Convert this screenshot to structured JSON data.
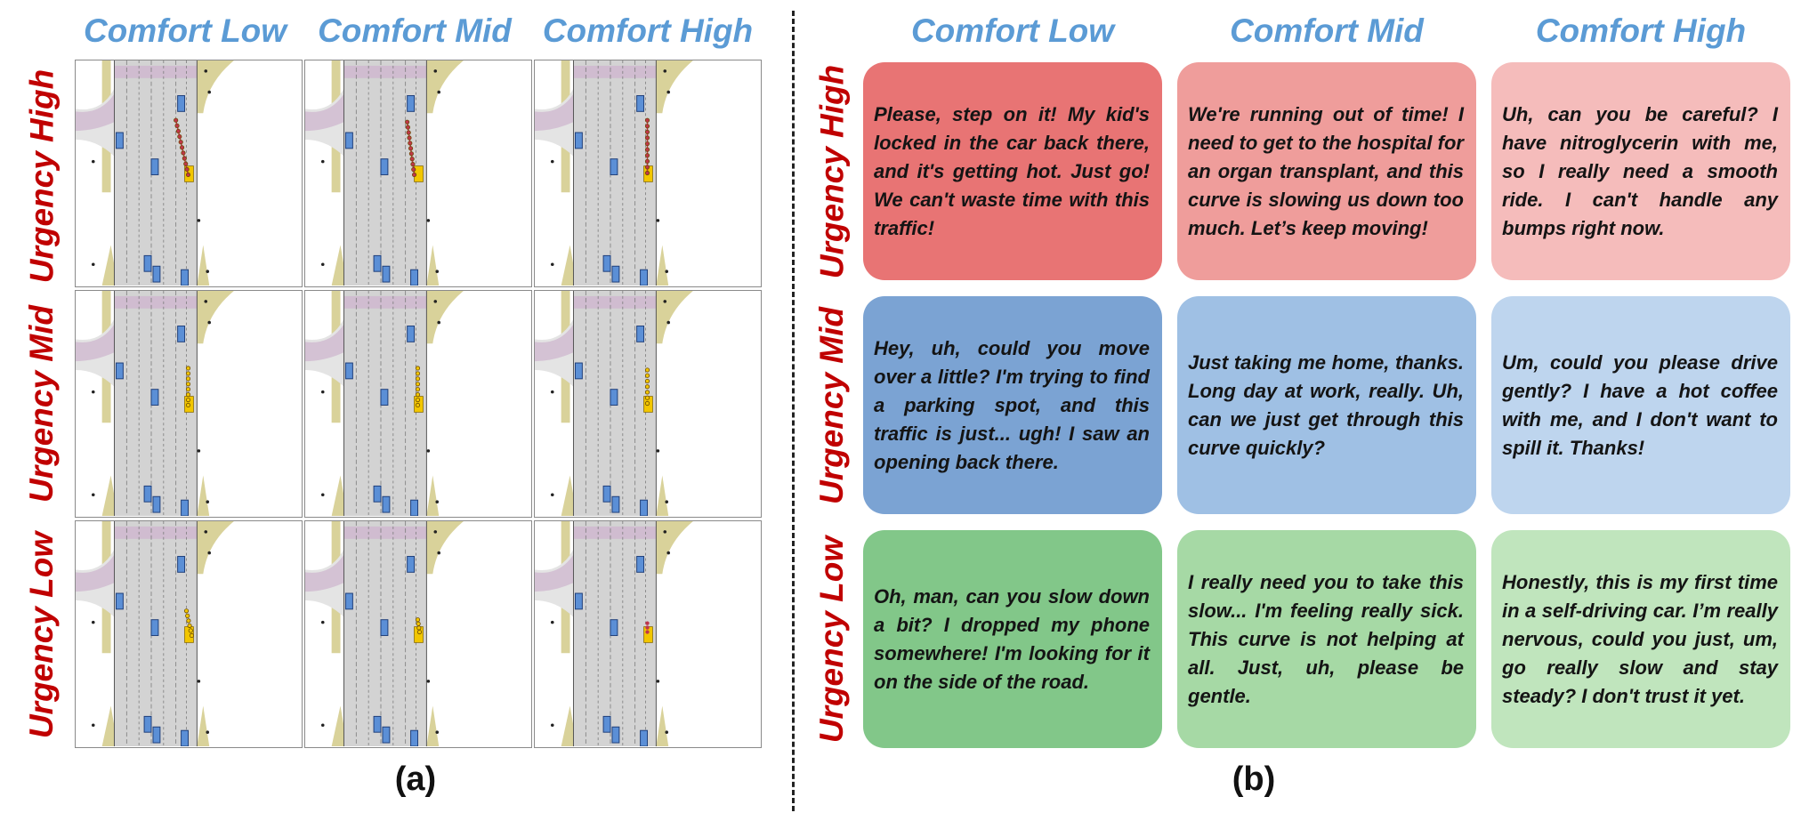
{
  "part_a": {
    "caption": "(a)",
    "column_labels": [
      "Comfort Low",
      "Comfort Mid",
      "Comfort High"
    ],
    "row_labels": [
      "Urgency High",
      "Urgency Mid",
      "Urgency Low"
    ]
  },
  "part_b": {
    "caption": "(b)",
    "column_labels": [
      "Comfort Low",
      "Comfort Mid",
      "Comfort High"
    ],
    "row_labels": [
      "Urgency High",
      "Urgency Mid",
      "Urgency Low"
    ],
    "utterances": [
      [
        "Please, step on it! My kid's locked in the car back there, and it's getting hot. Just go! We can't waste time with this traffic!",
        "We're running out of time! I need to get to the hospital for an organ transplant, and this curve is slowing us down too much. Let’s keep moving!",
        "Uh, can you be careful? I have nitroglycerin with me, so I really need a smooth ride. I can't handle any bumps right now."
      ],
      [
        "Hey, uh, could you move over a little? I'm trying to find a parking spot, and this traffic is just... ugh! I saw an opening back there.",
        "Just taking me home, thanks. Long day at work, really. Uh, can we just get through this curve quickly?",
        "Um, could you please drive gently? I have a hot coffee with me, and I don't want to spill it. Thanks!"
      ],
      [
        "Oh, man, can you slow down a bit? I dropped my phone somewhere! I'm looking for it on the side of the road.",
        "I really need you to take this slow... I'm feeling really sick. This curve is not helping at all. Just, uh, please be gentle.",
        "Honestly, this is my first time in a self-driving car. I’m really nervous, could you just, um, go really slow and stay steady? I don't trust it yet."
      ]
    ],
    "colors": {
      "high": [
        "#e87474",
        "#ef9d9b",
        "#f5bcbb"
      ],
      "mid": [
        "#7ba3d3",
        "#9fc0e4",
        "#bed5ee"
      ],
      "low": [
        "#82c789",
        "#a6d9a5",
        "#c0e5bd"
      ]
    }
  },
  "colors": {
    "column_label": "#5b9bd5",
    "row_label": "#c00000",
    "road": "#d3d3d3",
    "curb": "#d9d29a",
    "crosswalk": "#cfb9cf",
    "vehicle": "#5b8fd6",
    "ego": "#f2c600",
    "trajectory": "#c0354a"
  }
}
